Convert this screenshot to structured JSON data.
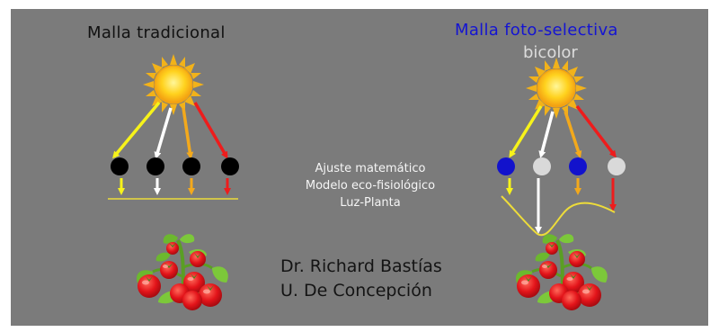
{
  "left": {
    "title": "Malla tradicional"
  },
  "right": {
    "title": "Malla foto-selectiva",
    "subtitle": "bicolor"
  },
  "center": {
    "lines": [
      "Ajuste matemático",
      "Modelo eco-fisiológico",
      "Luz-Planta"
    ]
  },
  "author": {
    "name": "Dr. Richard Bastías",
    "affiliation": "U. De Concepción"
  },
  "colors": {
    "background": "#7b7b7b",
    "sun": "#ffd21e",
    "ray_yellow": "#f7f31a",
    "ray_white": "#ffffff",
    "ray_orange": "#f3a91c",
    "ray_red": "#ee1c1c",
    "dot_black": "#000000",
    "dot_blue": "#1212cc",
    "dot_gray": "#d9d9d9",
    "curve": "#eddc3a",
    "tomato": "#e3141a",
    "leaf": "#6cb82e"
  },
  "icons": [
    "sun-icon",
    "tomato-plant-icon"
  ]
}
